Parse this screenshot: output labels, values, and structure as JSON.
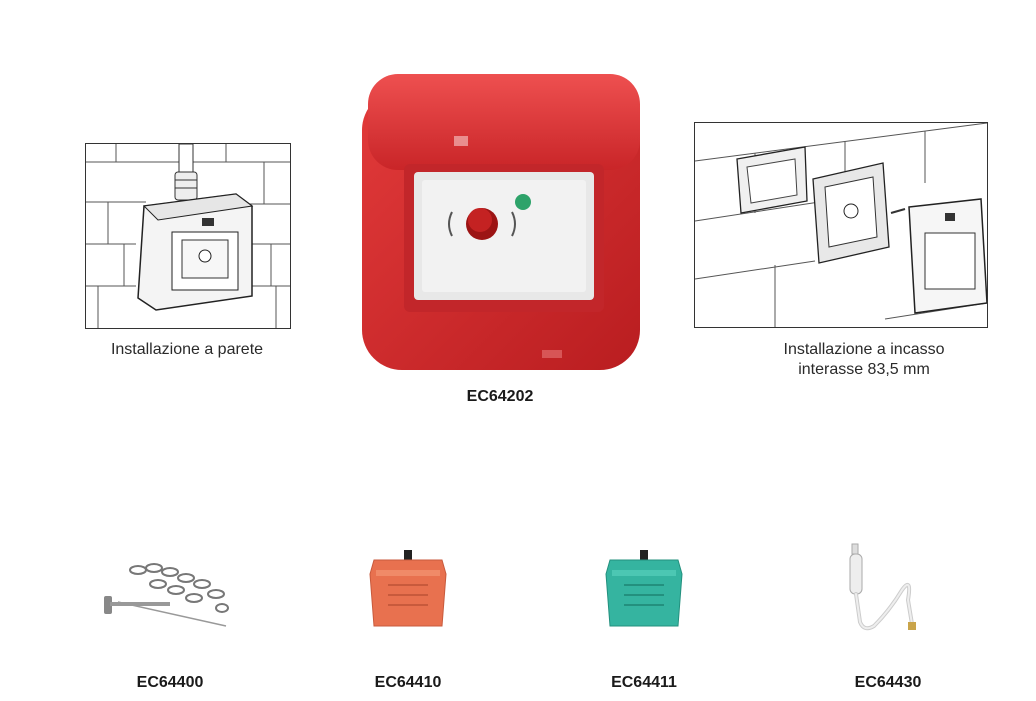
{
  "main": {
    "left_caption": "Installazione a parete",
    "right_caption_line1": "Installazione a incasso",
    "right_caption_line2": "interasse 83,5 mm",
    "main_product_code": "EC64202"
  },
  "accessories": [
    {
      "code": "EC64400",
      "icon": "chain-with-key-icon"
    },
    {
      "code": "EC64410",
      "icon": "orange-contact-block-icon"
    },
    {
      "code": "EC64411",
      "icon": "green-contact-block-icon"
    },
    {
      "code": "EC64430",
      "icon": "white-cable-icon"
    }
  ],
  "colors": {
    "housing_red": "#d42a2c",
    "contact_orange": "#e8714f",
    "contact_green": "#35b4a0",
    "lamp_red": "#b81f1f",
    "lamp_green": "#2ea36a"
  }
}
